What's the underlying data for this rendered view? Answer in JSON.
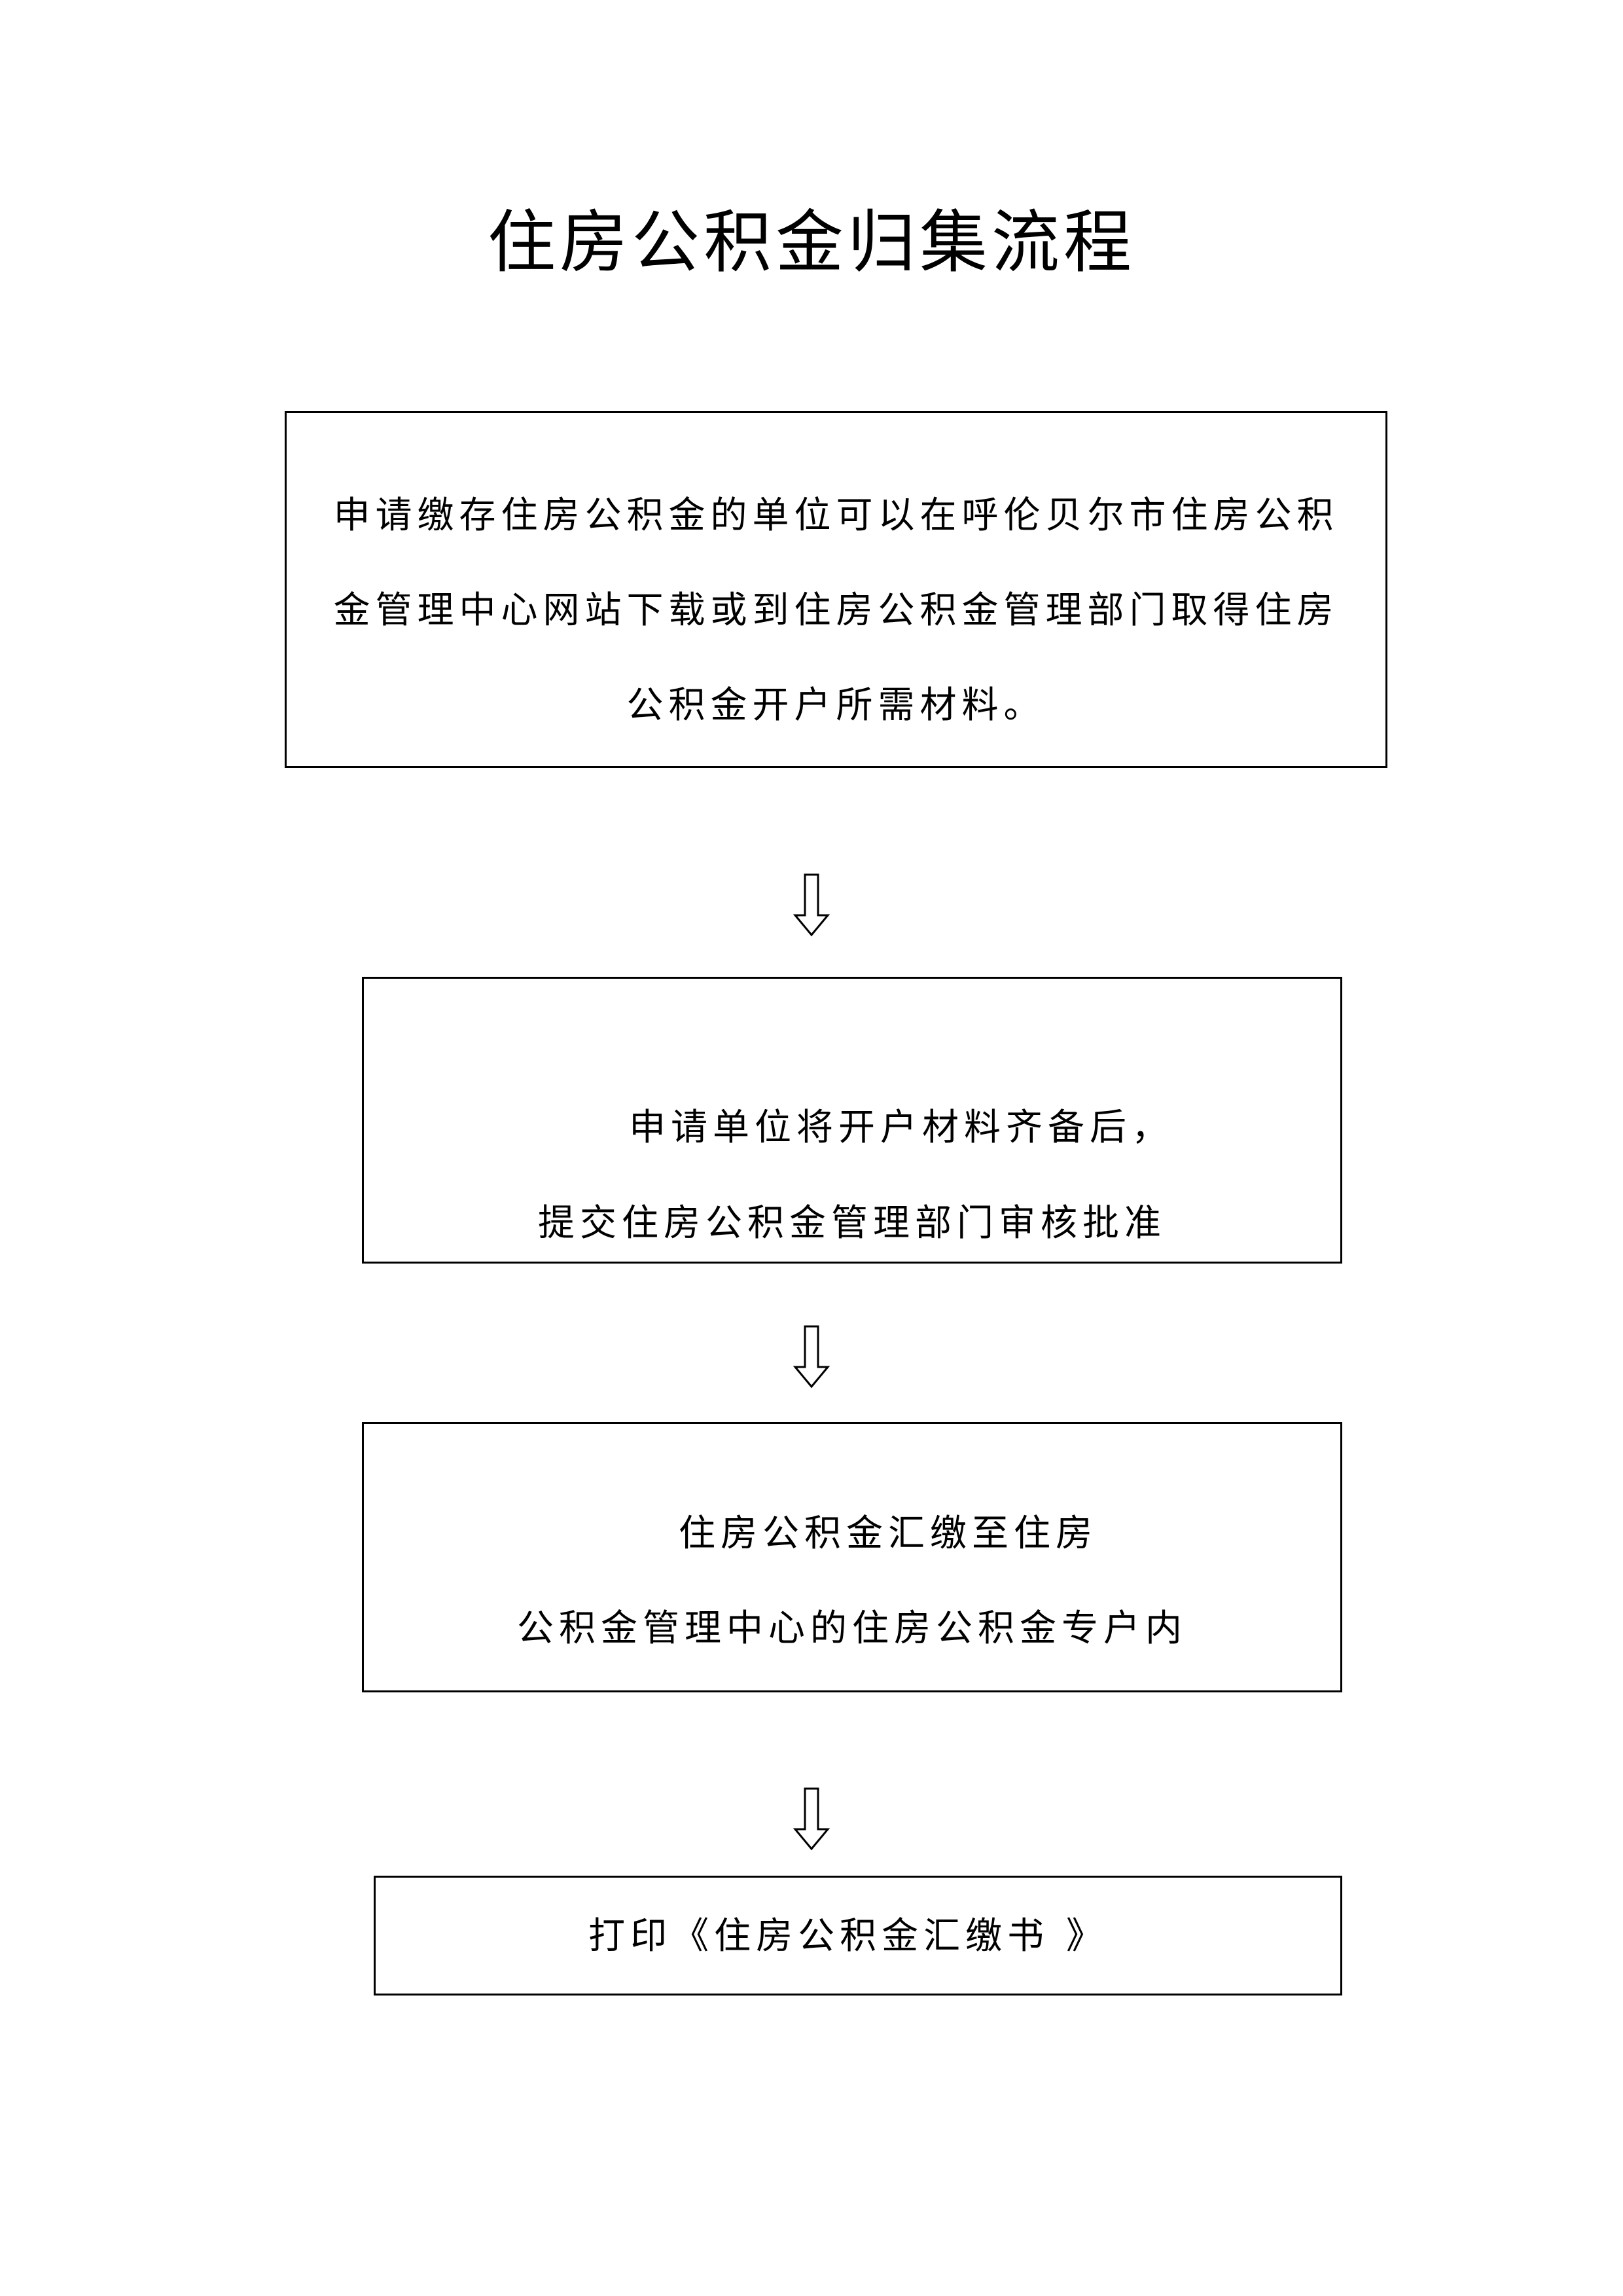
{
  "title": "住房公积金归集流程",
  "steps": [
    {
      "lines": [
        "申请缴存住房公积金的单位可以在呼伦贝尔市住房公积",
        "金管理中心网站下载或到住房公积金管理部门取得住房",
        "公积金开户所需材料。"
      ]
    },
    {
      "lines": [
        "申请单位将开户材料齐备后，",
        "提交住房公积金管理部门审核批准"
      ]
    },
    {
      "lines": [
        "住房公积金汇缴至住房",
        "公积金管理中心的住房公积金专户内"
      ]
    },
    {
      "lines": [
        "打印《住房公积金汇缴书 》"
      ]
    }
  ],
  "arrow_icon": "down-arrow-icon"
}
